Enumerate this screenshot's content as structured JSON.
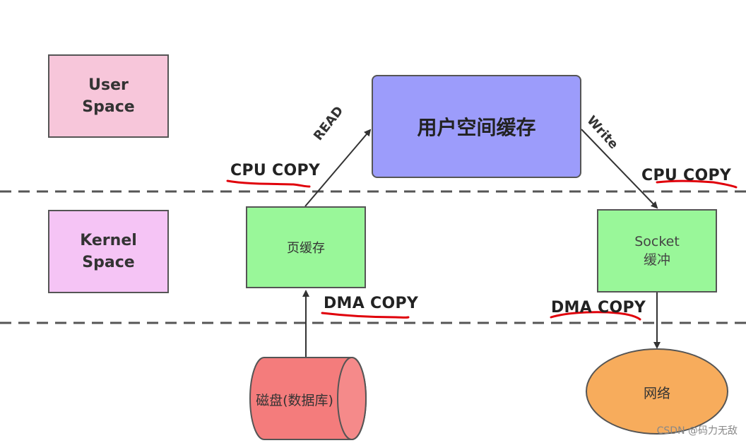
{
  "labels": {
    "user_space": [
      "User",
      "Space"
    ],
    "kernel_space": [
      "Kernel",
      "Space"
    ]
  },
  "nodes": {
    "user_buffer": "用户空间缓存",
    "page_cache": "页缓存",
    "socket_buffer": [
      "Socket",
      "缓冲"
    ],
    "disk": "磁盘(数据库)",
    "network": "网络"
  },
  "flows": {
    "read": "READ",
    "write": "Write"
  },
  "copies": {
    "cpu_copy_left": "CPU COPY",
    "cpu_copy_right": "CPU COPY",
    "dma_copy_left": "DMA COPY",
    "dma_copy_right": "DMA COPY"
  },
  "watermark": "CSDN @码力无敌",
  "colors": {
    "user_space": "#f7c6da",
    "kernel_space": "#f5c4f5",
    "user_buffer": "#9c9cfb",
    "kernel_buffers": "#99f799",
    "disk": "#f47c7c",
    "network": "#f7ac5c",
    "underline": "#e0000a"
  }
}
